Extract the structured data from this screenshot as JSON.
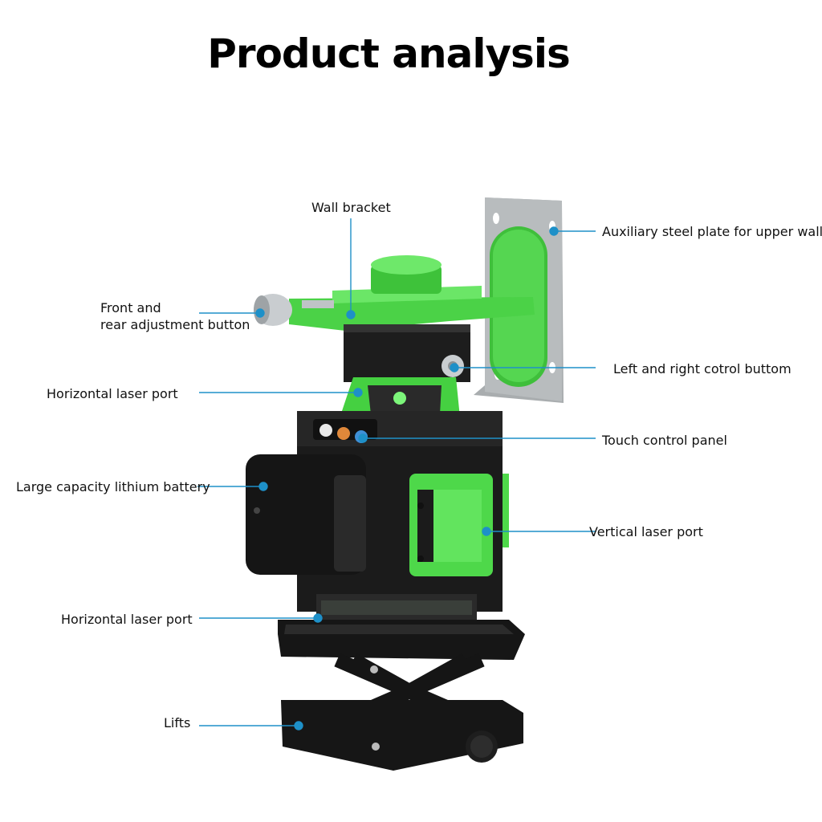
{
  "title": "Product analysis",
  "labels": {
    "wall_bracket": "Wall bracket",
    "steel_plate": "Auxiliary steel plate for upper wall",
    "front_rear_line1": "Front and",
    "front_rear_line2": "rear adjustment button",
    "left_right": "Left and right cotrol buttom",
    "horizontal_port_top": "Horizontal laser port",
    "touch_panel": "Touch control panel",
    "battery": "Large capacity lithium battery",
    "vertical_port": "Vertical laser port",
    "horizontal_port_bottom": "Horizontal laser port",
    "lifts": "Lifts"
  },
  "colors": {
    "accent_green": "#5ee35a",
    "body_black": "#1a1a1a",
    "callout_blue": "#1e90c8",
    "plate_gray": "#a8acae"
  }
}
